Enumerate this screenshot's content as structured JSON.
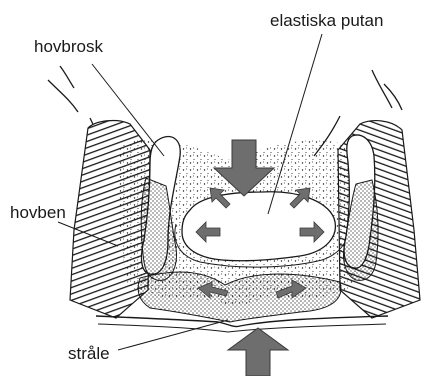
{
  "diagram": {
    "labels": {
      "elastic_cushion": "elastiska putan",
      "hoof_cartilage": "hovbrosk",
      "coffin_bone": "hovben",
      "frog": "stråle"
    },
    "colors": {
      "ink": "#1a1a1a",
      "arrow": "#6e6e6e",
      "arrow_stroke": "#3a3a3a",
      "background": "#ffffff"
    }
  }
}
